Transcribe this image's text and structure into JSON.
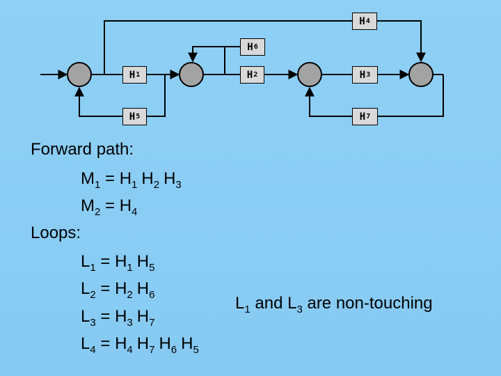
{
  "diagram": {
    "blocks": [
      {
        "id": "h1",
        "sym": "H",
        "idx": "1"
      },
      {
        "id": "h2",
        "sym": "H",
        "idx": "2"
      },
      {
        "id": "h3",
        "sym": "H",
        "idx": "3"
      },
      {
        "id": "h4",
        "sym": "H",
        "idx": "4"
      },
      {
        "id": "h5",
        "sym": "H",
        "idx": "5"
      },
      {
        "id": "h6",
        "sym": "H",
        "idx": "6"
      },
      {
        "id": "h7",
        "sym": "H",
        "idx": "7"
      }
    ]
  },
  "text": {
    "forward_heading": "Forward path:",
    "loops_heading": "Loops:",
    "eq": " = ",
    "lines": [
      {
        "lhs": "M",
        "lsub": "1",
        "terms": [
          [
            "H",
            "1"
          ],
          [
            "H",
            "2"
          ],
          [
            "H",
            "3"
          ]
        ]
      },
      {
        "lhs": "M",
        "lsub": "2",
        "terms": [
          [
            "H",
            "4"
          ]
        ]
      },
      {
        "lhs": "L",
        "lsub": "1",
        "terms": [
          [
            "H",
            "1"
          ],
          [
            "H",
            "5"
          ]
        ]
      },
      {
        "lhs": "L",
        "lsub": "2",
        "terms": [
          [
            "H",
            "2"
          ],
          [
            "H",
            "6"
          ]
        ]
      },
      {
        "lhs": "L",
        "lsub": "3",
        "terms": [
          [
            "H",
            "3"
          ],
          [
            "H",
            "7"
          ]
        ]
      },
      {
        "lhs": "L",
        "lsub": "4",
        "terms": [
          [
            "H",
            "4"
          ],
          [
            "H",
            "7"
          ],
          [
            "H",
            "6"
          ],
          [
            "H",
            "5"
          ]
        ]
      }
    ],
    "note": {
      "a": "L",
      "a_sub": "1",
      "mid": " and ",
      "b": "L",
      "b_sub": "3",
      "rest": " are non-touching"
    }
  }
}
